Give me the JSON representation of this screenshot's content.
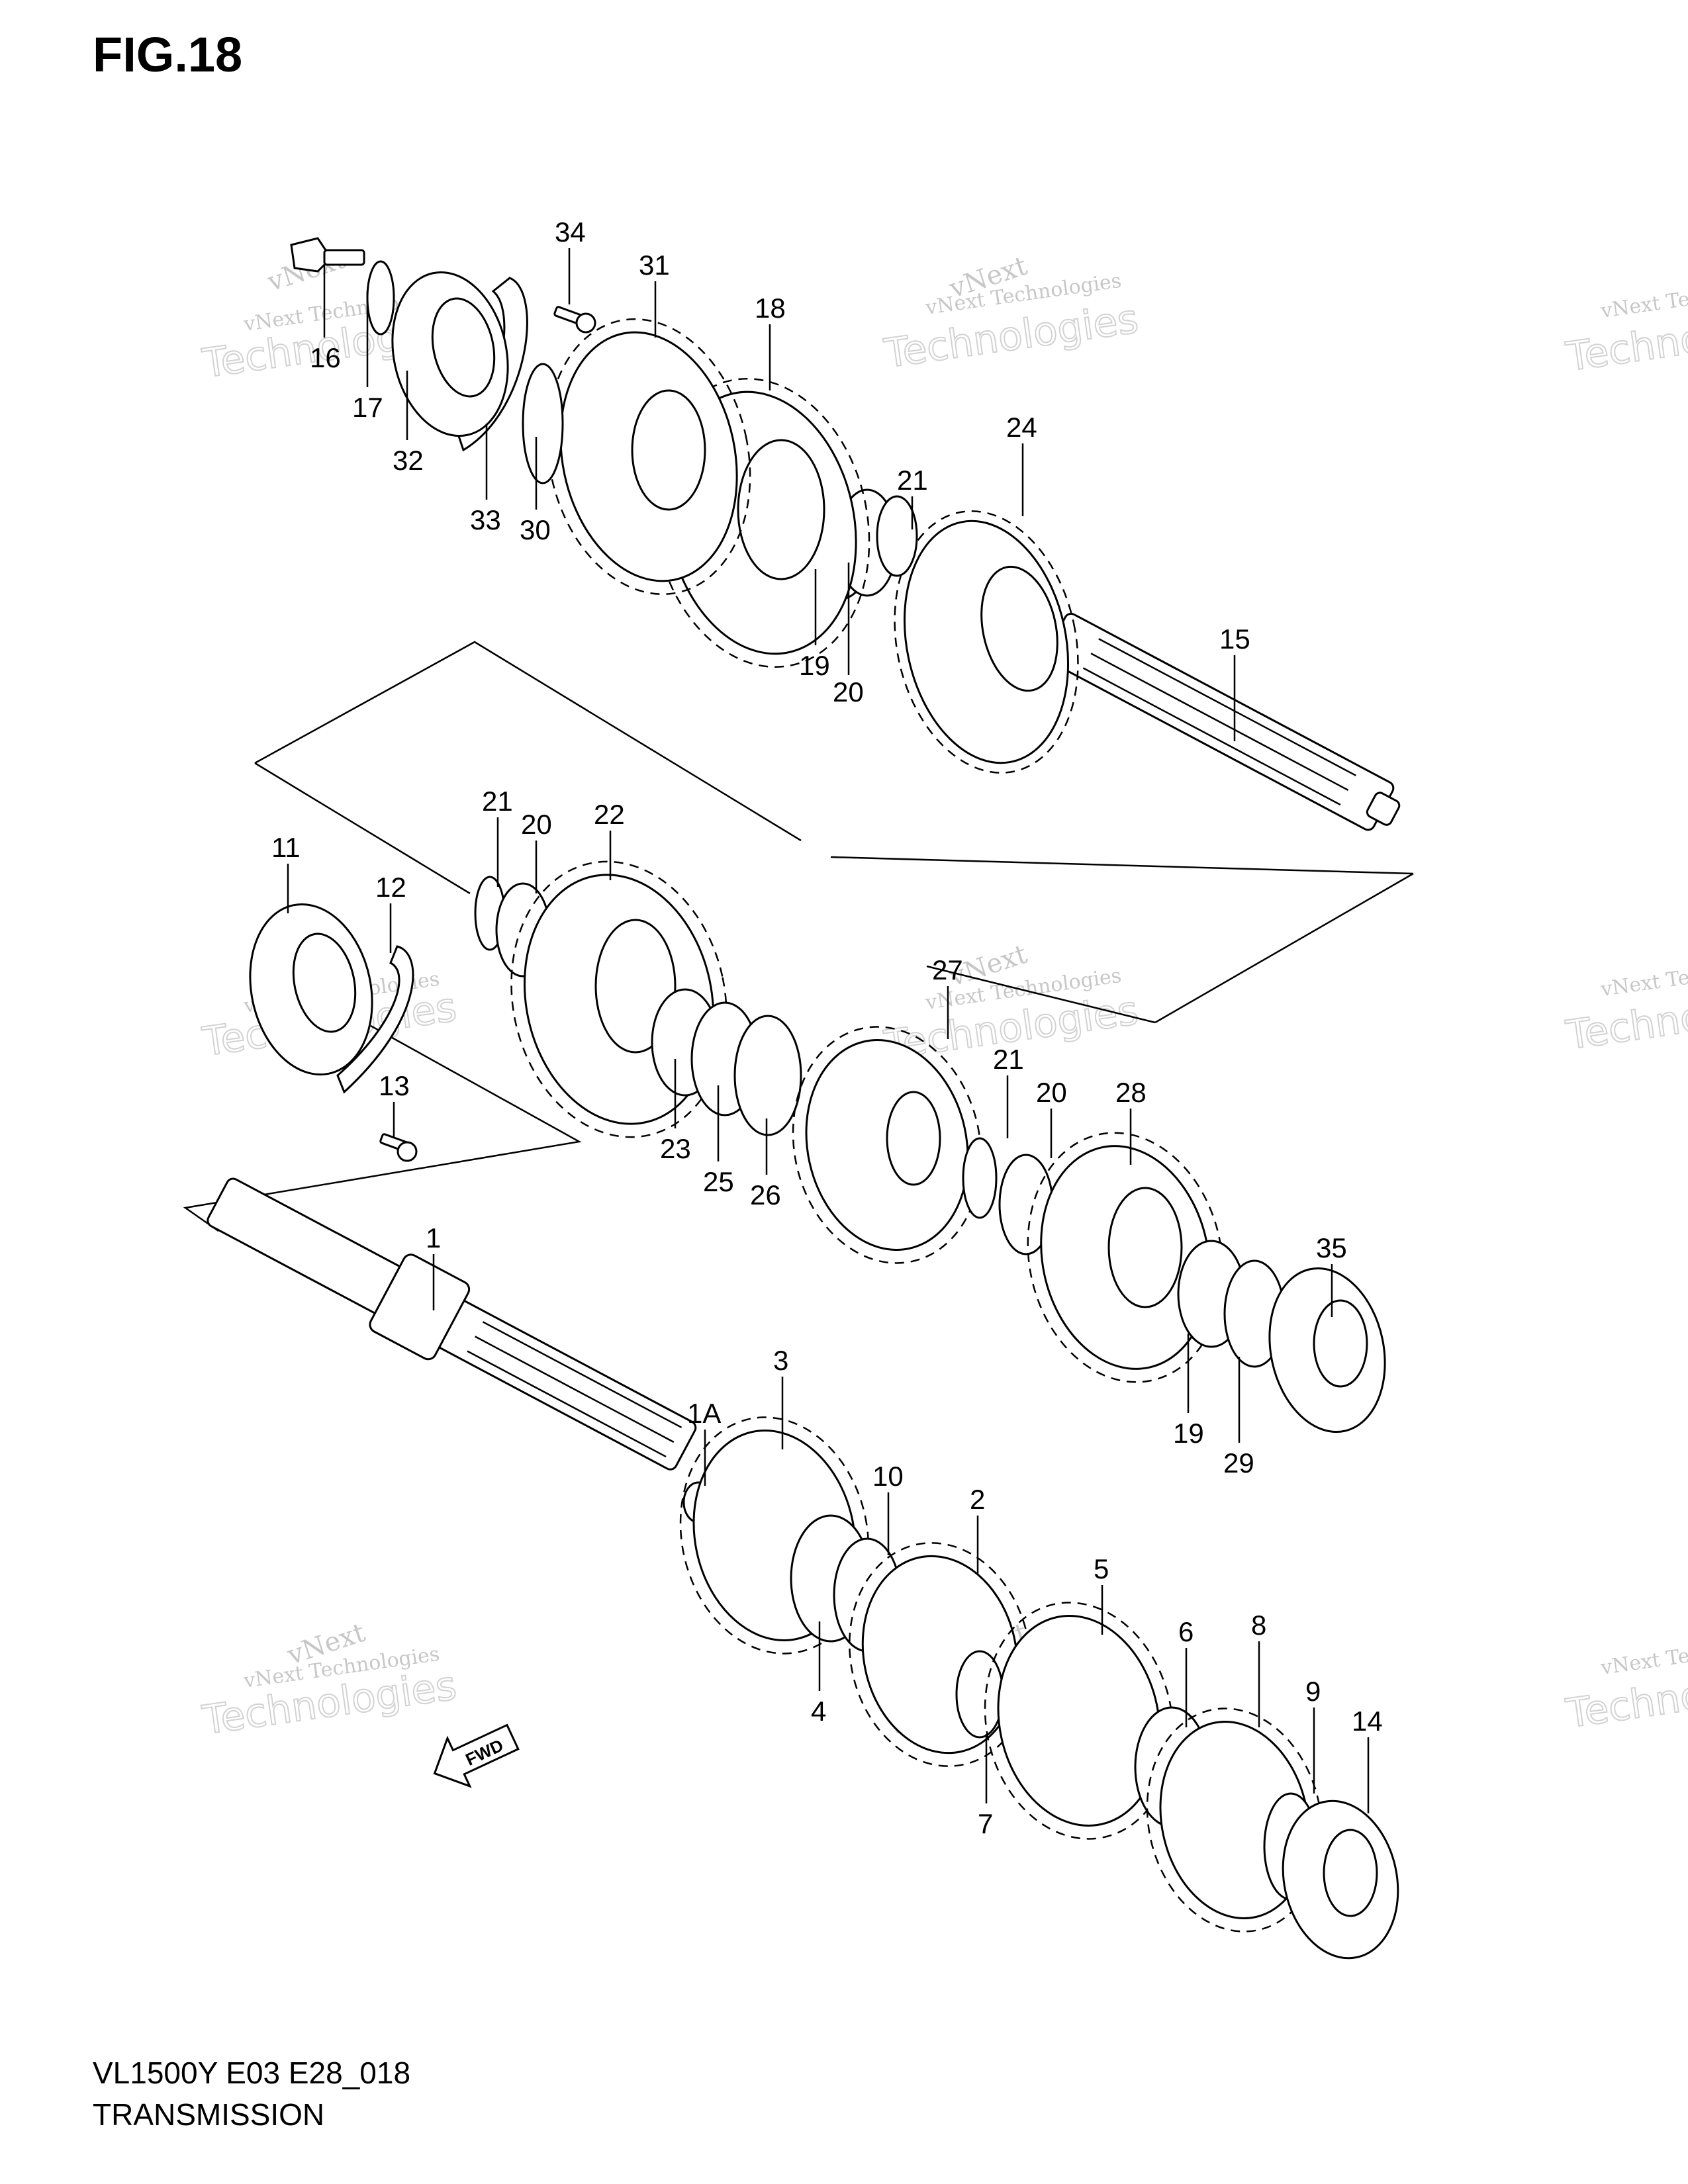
{
  "figure": {
    "title": "FIG.18",
    "model_line": "VL1500Y E03 E28_018",
    "caption": "TRANSMISSION"
  },
  "fwd_label": "FWD",
  "watermark": {
    "line1": "vNext Technologies",
    "line2": "Technologies",
    "line3": "vNext"
  },
  "callouts": [
    {
      "id": "c34",
      "label": "34"
    },
    {
      "id": "c31",
      "label": "31"
    },
    {
      "id": "c18",
      "label": "18"
    },
    {
      "id": "c16",
      "label": "16"
    },
    {
      "id": "c17",
      "label": "17"
    },
    {
      "id": "c32",
      "label": "32"
    },
    {
      "id": "c33",
      "label": "33"
    },
    {
      "id": "c30",
      "label": "30"
    },
    {
      "id": "c24",
      "label": "24"
    },
    {
      "id": "c21a",
      "label": "21"
    },
    {
      "id": "c19a",
      "label": "19"
    },
    {
      "id": "c20a",
      "label": "20"
    },
    {
      "id": "c15",
      "label": "15"
    },
    {
      "id": "c21b",
      "label": "21"
    },
    {
      "id": "c20b",
      "label": "20"
    },
    {
      "id": "c22",
      "label": "22"
    },
    {
      "id": "c11",
      "label": "11"
    },
    {
      "id": "c12",
      "label": "12"
    },
    {
      "id": "c13",
      "label": "13"
    },
    {
      "id": "c23",
      "label": "23"
    },
    {
      "id": "c25",
      "label": "25"
    },
    {
      "id": "c26",
      "label": "26"
    },
    {
      "id": "c27",
      "label": "27"
    },
    {
      "id": "c21c",
      "label": "21"
    },
    {
      "id": "c20c",
      "label": "20"
    },
    {
      "id": "c28",
      "label": "28"
    },
    {
      "id": "c35",
      "label": "35"
    },
    {
      "id": "c19b",
      "label": "19"
    },
    {
      "id": "c29",
      "label": "29"
    },
    {
      "id": "c1",
      "label": "1"
    },
    {
      "id": "c1A",
      "label": "1A"
    },
    {
      "id": "c3",
      "label": "3"
    },
    {
      "id": "c10",
      "label": "10"
    },
    {
      "id": "c2",
      "label": "2"
    },
    {
      "id": "c4",
      "label": "4"
    },
    {
      "id": "c5",
      "label": "5"
    },
    {
      "id": "c6",
      "label": "6"
    },
    {
      "id": "c8",
      "label": "8"
    },
    {
      "id": "c9",
      "label": "9"
    },
    {
      "id": "c14",
      "label": "14"
    },
    {
      "id": "c7",
      "label": "7"
    }
  ]
}
